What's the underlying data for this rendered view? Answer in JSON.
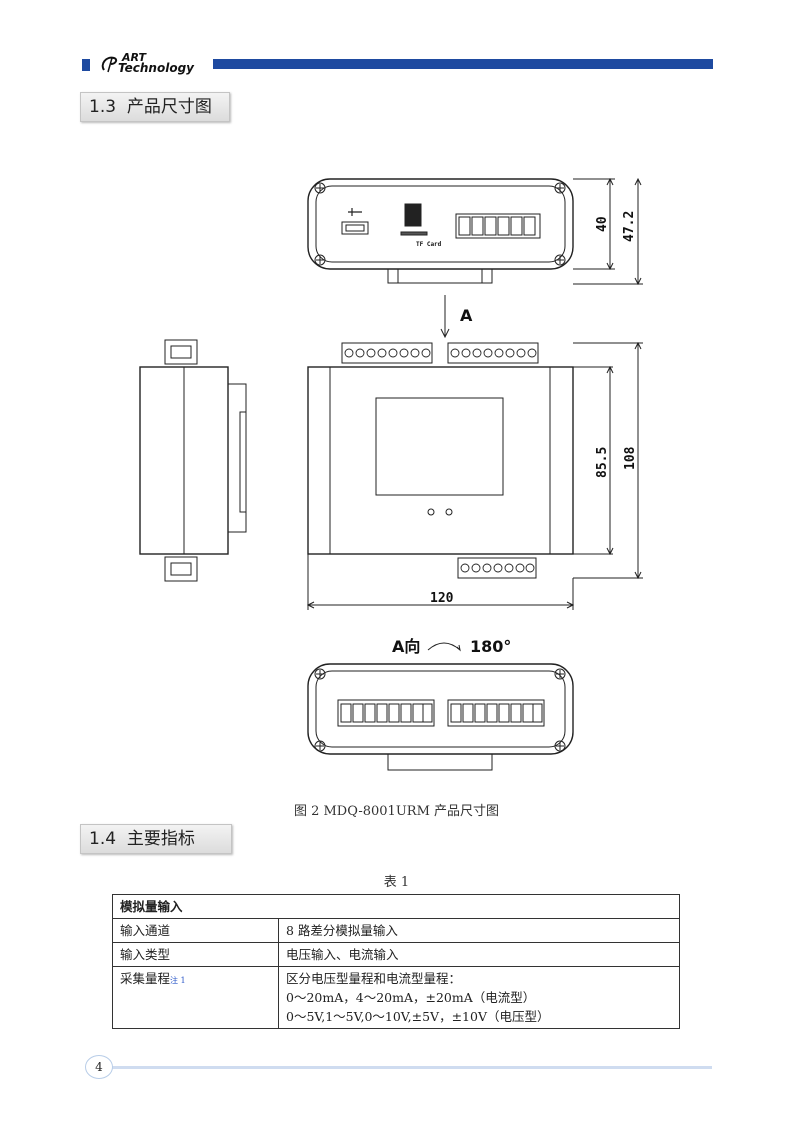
{
  "header": {
    "brand_line1": "ART",
    "brand_line2": "Technology"
  },
  "section_1_3": {
    "number": "1.3",
    "title": "产品尺寸图"
  },
  "figure": {
    "caption": "图 2 MDQ-8001URM 产品尺寸图",
    "labels": {
      "dim_40": "40",
      "dim_47_2": "47.2",
      "dim_85_5": "85.5",
      "dim_108": "108",
      "dim_120": "120",
      "view_arrow": "A",
      "view_a": "A向",
      "rotate": "180°",
      "tf_card": "TF Card"
    }
  },
  "section_1_4": {
    "number": "1.4",
    "title": "主要指标"
  },
  "table": {
    "caption": "表 1",
    "group_header": "模拟量输入",
    "rows": [
      {
        "label": "输入通道",
        "value": "8 路差分模拟量输入"
      },
      {
        "label": "输入类型",
        "value": "电压输入、电流输入"
      }
    ],
    "range_row": {
      "label": "采集量程",
      "note": "注 1",
      "lines": [
        "区分电压型量程和电流型量程：",
        "0～20mA，4～20mA，±20mA（电流型）",
        "0～5V,1～5V,0～10V,±5V，±10V（电压型）"
      ]
    }
  },
  "footer": {
    "page_number": "4"
  }
}
